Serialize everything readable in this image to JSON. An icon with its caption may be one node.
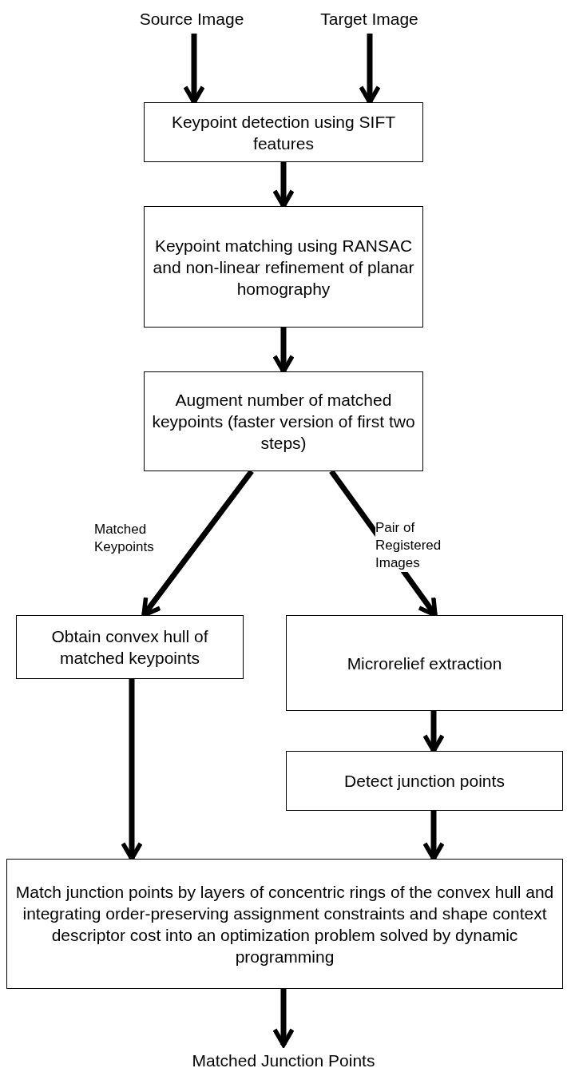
{
  "diagram": {
    "nodes": [
      {
        "text": [
          "Source Image"
        ]
      },
      {
        "text": [
          "Target Image"
        ]
      },
      {
        "text": [
          "Keypoint detection using SIFT features"
        ]
      },
      {
        "text": [
          "Keypoint matching using RANSAC and non-linear refinement of planar homography"
        ]
      },
      {
        "text": [
          "Augment number of matched keypoints (faster version of first two steps)"
        ]
      },
      {
        "text": [
          "Obtain convex hull of matched keypoints"
        ]
      },
      {
        "text": [
          "Microrelief extraction"
        ]
      },
      {
        "text": [
          "Detect junction points"
        ]
      },
      {
        "text": [
          "Match junction points by layers of concentric rings of the convex hull and integrating order-preserving assignment constraints and shape context descriptor cost into an optimization problem solved by dynamic programming"
        ]
      },
      {
        "text": [
          "Matched Junction Points"
        ]
      }
    ],
    "edges": [
      {
        "from": 0,
        "to": 2,
        "arrow": "to"
      },
      {
        "from": 1,
        "to": 2,
        "arrow": "to"
      },
      {
        "from": 2,
        "to": 3,
        "arrow": "to"
      },
      {
        "from": 3,
        "to": 4,
        "arrow": "to"
      },
      {
        "from": 4,
        "to": 5,
        "arrow": "to",
        "label": "Matched Keypoints"
      },
      {
        "from": 4,
        "to": 6,
        "arrow": "to",
        "label": "Pair of Registered Images"
      },
      {
        "from": 6,
        "to": 7,
        "arrow": "to"
      },
      {
        "from": 5,
        "to": 8,
        "arrow": "to"
      },
      {
        "from": 7,
        "to": 8,
        "arrow": "to"
      },
      {
        "from": 8,
        "to": 9,
        "arrow": "to"
      }
    ]
  }
}
